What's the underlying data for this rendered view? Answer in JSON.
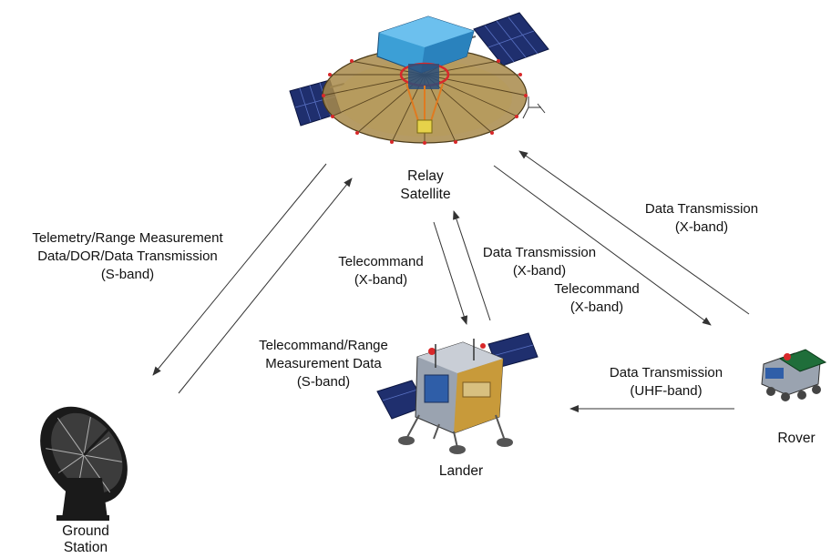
{
  "nodes": {
    "relay_satellite": {
      "label_line1": "Relay",
      "label_line2": "Satellite",
      "icon": "relay-satellite-icon"
    },
    "lander": {
      "label": "Lander",
      "icon": "lander-icon"
    },
    "rover": {
      "label": "Rover",
      "icon": "rover-icon"
    },
    "ground_station": {
      "label_line1": "Ground",
      "label_line2": "Station",
      "icon": "ground-station-dish-icon"
    }
  },
  "links": {
    "ground_to_relay": {
      "line1": "Telemetry/Range Measurement",
      "line2": "Data/DOR/Data Transmission",
      "line3": "(S-band)"
    },
    "relay_to_ground": {
      "line1": "Telecommand/Range",
      "line2": "Measurement Data",
      "line3": "(S-band)"
    },
    "relay_to_lander": {
      "line1": "Telecommand",
      "line2": "(X-band)"
    },
    "lander_to_relay": {
      "line1": "Data Transmission",
      "line2": "(X-band)"
    },
    "relay_to_rover": {
      "line1": "Telecommand",
      "line2": "(X-band)"
    },
    "rover_to_relay": {
      "line1": "Data Transmission",
      "line2": "(X-band)"
    },
    "rover_to_lander": {
      "line1": "Data Transmission",
      "line2": "(UHF-band)"
    }
  },
  "colors": {
    "arrow": "#333333",
    "dish_body": "#3c9fd6",
    "dish_gold": "#a88a4a",
    "solar_panel": "#1f2f6e",
    "foil_gold": "#c89a3a",
    "ground_dish": "#1a1a1a"
  }
}
